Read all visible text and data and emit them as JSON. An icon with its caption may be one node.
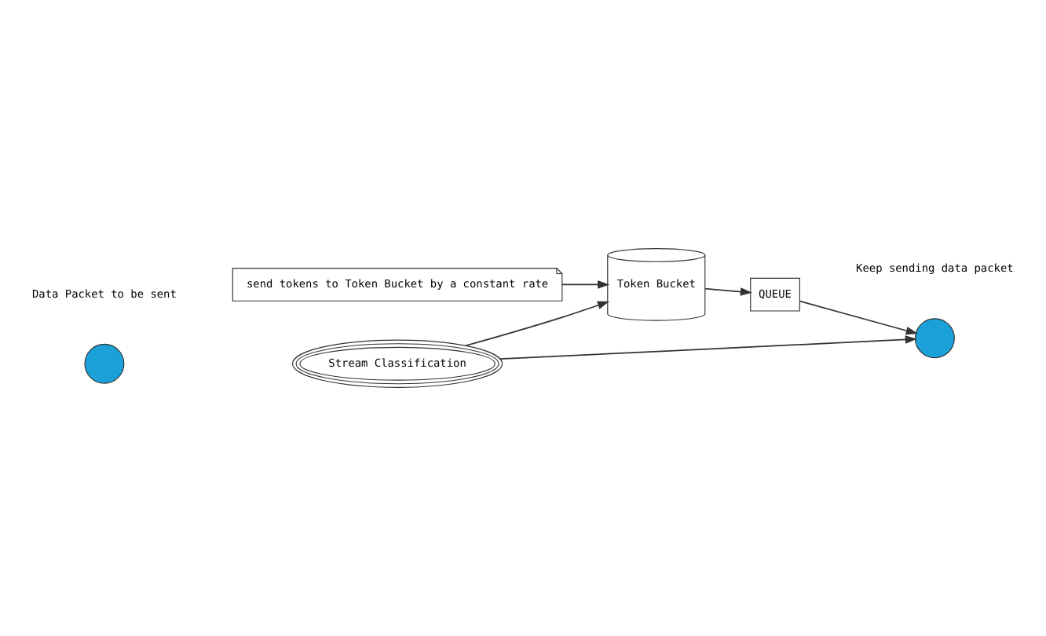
{
  "diagram": {
    "nodes": [
      {
        "text": [],
        "shape": "circle"
      },
      {
        "text": [
          "Stream Classification"
        ]
      },
      {
        "text": [
          "send tokens to Token Bucket by a constant rate"
        ]
      },
      {
        "text": [
          "Token Bucket"
        ]
      },
      {
        "text": [
          "QUEUE"
        ]
      },
      {
        "text": [],
        "shape": "circle"
      }
    ],
    "edges": [
      {
        "from": 2,
        "to": 3,
        "arrow": "to"
      },
      {
        "from": 1,
        "to": 5,
        "arrow": "to"
      },
      {
        "from": 1,
        "to": 3,
        "arrow": "to"
      },
      {
        "from": 3,
        "to": 4,
        "arrow": "to"
      },
      {
        "from": 4,
        "to": 5,
        "arrow": "to"
      }
    ],
    "labels": [
      "Data Packet to be sent",
      "Keep sending data packet"
    ]
  }
}
